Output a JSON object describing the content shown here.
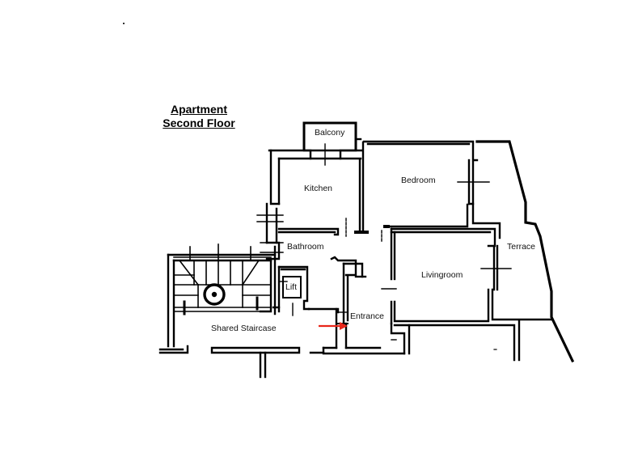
{
  "title": {
    "line1": "Apartment",
    "line2": "Second Floor"
  },
  "rooms": {
    "balcony": "Balcony",
    "kitchen": "Kitchen",
    "bedroom": "Bedroom",
    "bathroom": "Bathroom",
    "terrace": "Terrace",
    "livingroom": "Livingroom",
    "lift": "Lift",
    "entrance": "Entrance",
    "shared_staircase": "Shared Staircase"
  },
  "colors": {
    "wall": "#000000",
    "entrance_arrow": "#e8261a",
    "background": "#ffffff"
  }
}
